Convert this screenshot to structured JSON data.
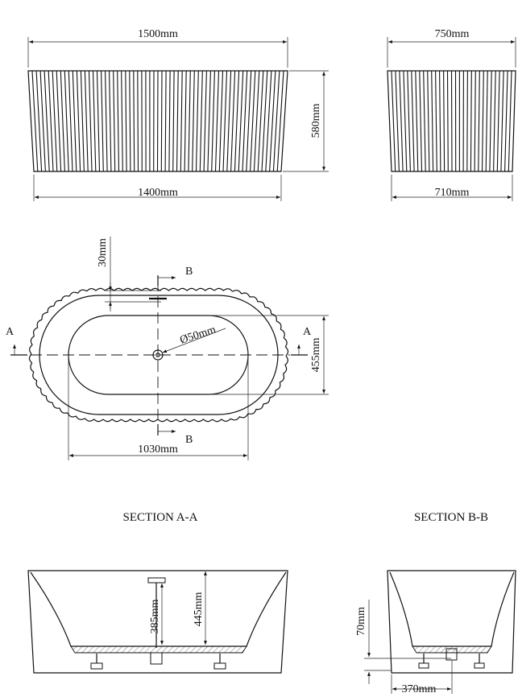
{
  "front_view": {
    "top_width": "1500mm",
    "height": "580mm",
    "bottom_width": "1400mm"
  },
  "side_view": {
    "top_width": "750mm",
    "bottom_width": "710mm"
  },
  "plan_view": {
    "rim_width": "30mm",
    "drain_diameter": "Ø50mm",
    "inner_length": "1030mm",
    "inner_width": "455mm",
    "section_a_left": "A",
    "section_a_right": "A",
    "section_b_top": "B",
    "section_b_bottom": "B"
  },
  "section_a": {
    "title": "SECTION A-A",
    "overflow_height": "385mm",
    "depth": "445mm"
  },
  "section_b": {
    "title": "SECTION B-B",
    "drain_offset": "70mm",
    "drain_position": "370mm"
  }
}
